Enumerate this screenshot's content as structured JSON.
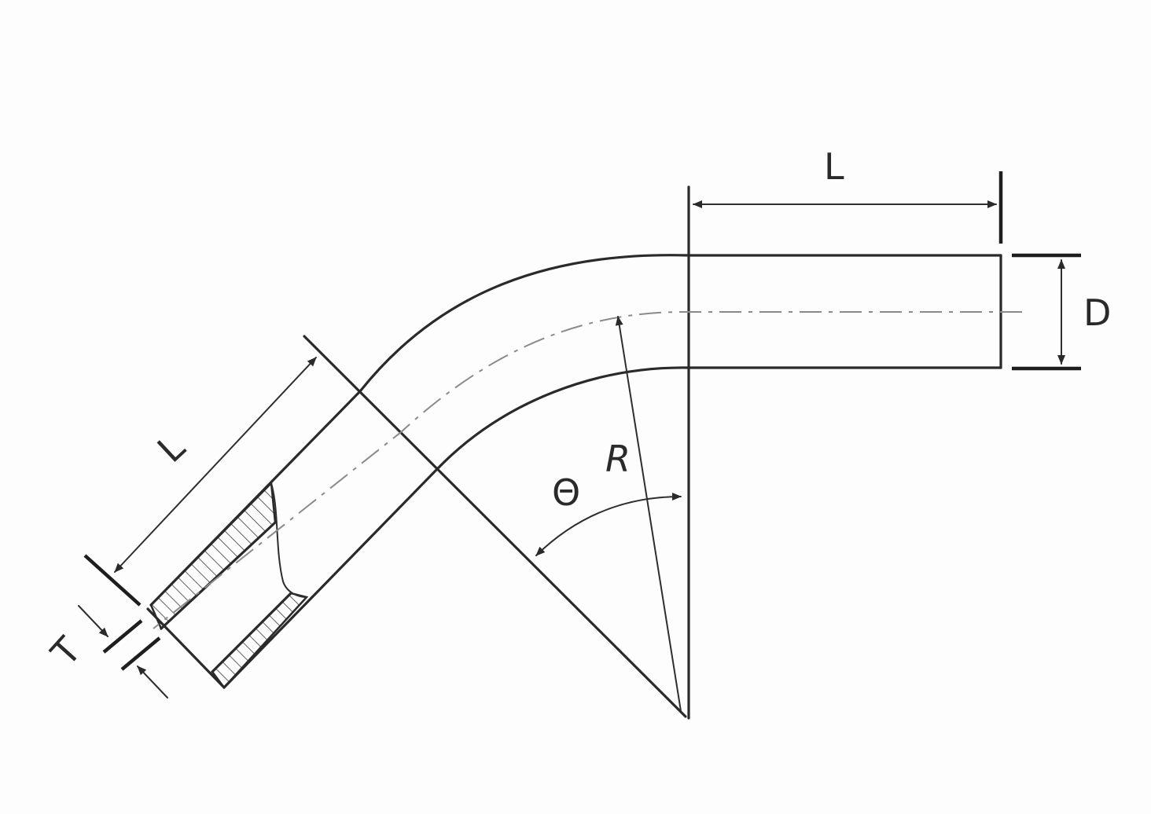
{
  "diagram": {
    "labels": {
      "length_right": "L",
      "length_left": "L",
      "diameter": "D",
      "radius": "R",
      "angle": "Θ",
      "thickness": "T"
    },
    "colors": {
      "line": "#2a2a2a",
      "centerline": "#8a8a8a",
      "background": "#fdfdfd"
    }
  }
}
